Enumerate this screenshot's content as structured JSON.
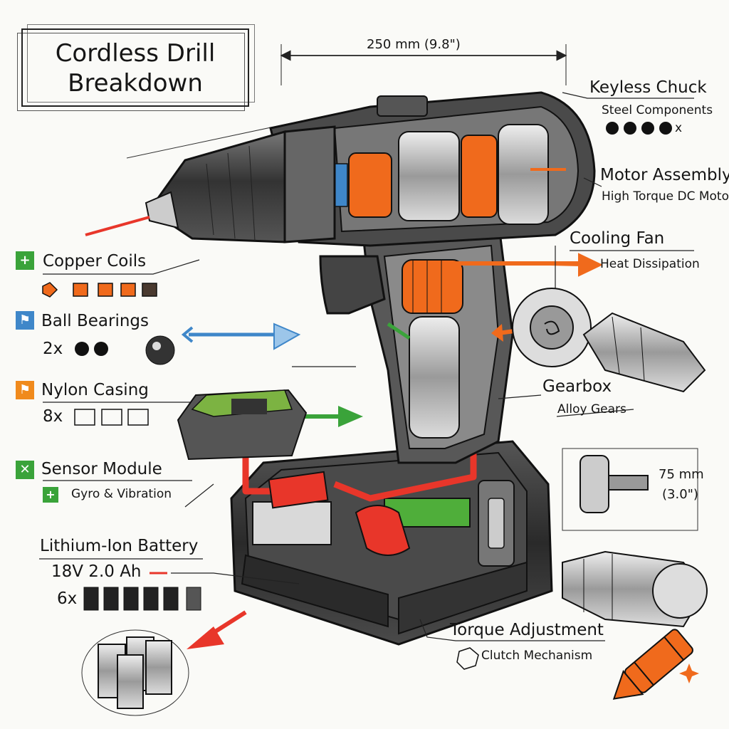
{
  "title": {
    "line1": "Cordless Drill",
    "line2": "Breakdown"
  },
  "dimensions": {
    "overall_length": "250 mm (9.8\")",
    "part_size_mm": "75 mm",
    "part_size_in": "(3.0\")"
  },
  "labels": {
    "keyless_chuck": {
      "title": "Keyless Chuck",
      "sub": "Steel Components",
      "count_suffix": "x"
    },
    "motor_assembly": {
      "title": "Motor Assembly",
      "sub": "High Torque DC Motor"
    },
    "cooling_fan": {
      "title": "Cooling Fan",
      "sub": "Heat Dissipation"
    },
    "gearbox": {
      "title": "Gearbox",
      "sub": "Alloy Gears"
    },
    "torque_adjustment": {
      "title": "Torque Adjustment",
      "sub": "Clutch Mechanism"
    },
    "copper_coils": {
      "title": "Copper Coils"
    },
    "ball_bearings": {
      "title": "Ball Bearings",
      "count": "2x"
    },
    "nylon_casing": {
      "title": "Nylon Casing",
      "count": "8x"
    },
    "sensor_module": {
      "title": "Sensor Module",
      "sub": "Gyro & Vibration"
    },
    "battery": {
      "title": "Lithium-Ion Battery",
      "spec": "18V 2.0 Ah",
      "count": "6x"
    }
  },
  "badges": {
    "copper_coils": {
      "icon": "plus-icon",
      "color": "#3aa33a"
    },
    "ball_bearings": {
      "icon": "flag-icon",
      "color": "#3f87c9"
    },
    "nylon_casing": {
      "icon": "flag-icon",
      "color": "#f08a1c"
    },
    "sensor_module": {
      "icon": "x-icon",
      "color": "#3aa33a"
    },
    "sensor_sub": {
      "icon": "plus-icon",
      "color": "#3aa33a"
    }
  },
  "colors": {
    "ink": "#151515",
    "orange": "#f06a1c",
    "red": "#e8362a",
    "blue": "#3f87c9",
    "green": "#3aa33a",
    "body_dark": "#3a3a3a",
    "body_mid": "#6b6b6b",
    "metal": "#c9c9c9"
  }
}
